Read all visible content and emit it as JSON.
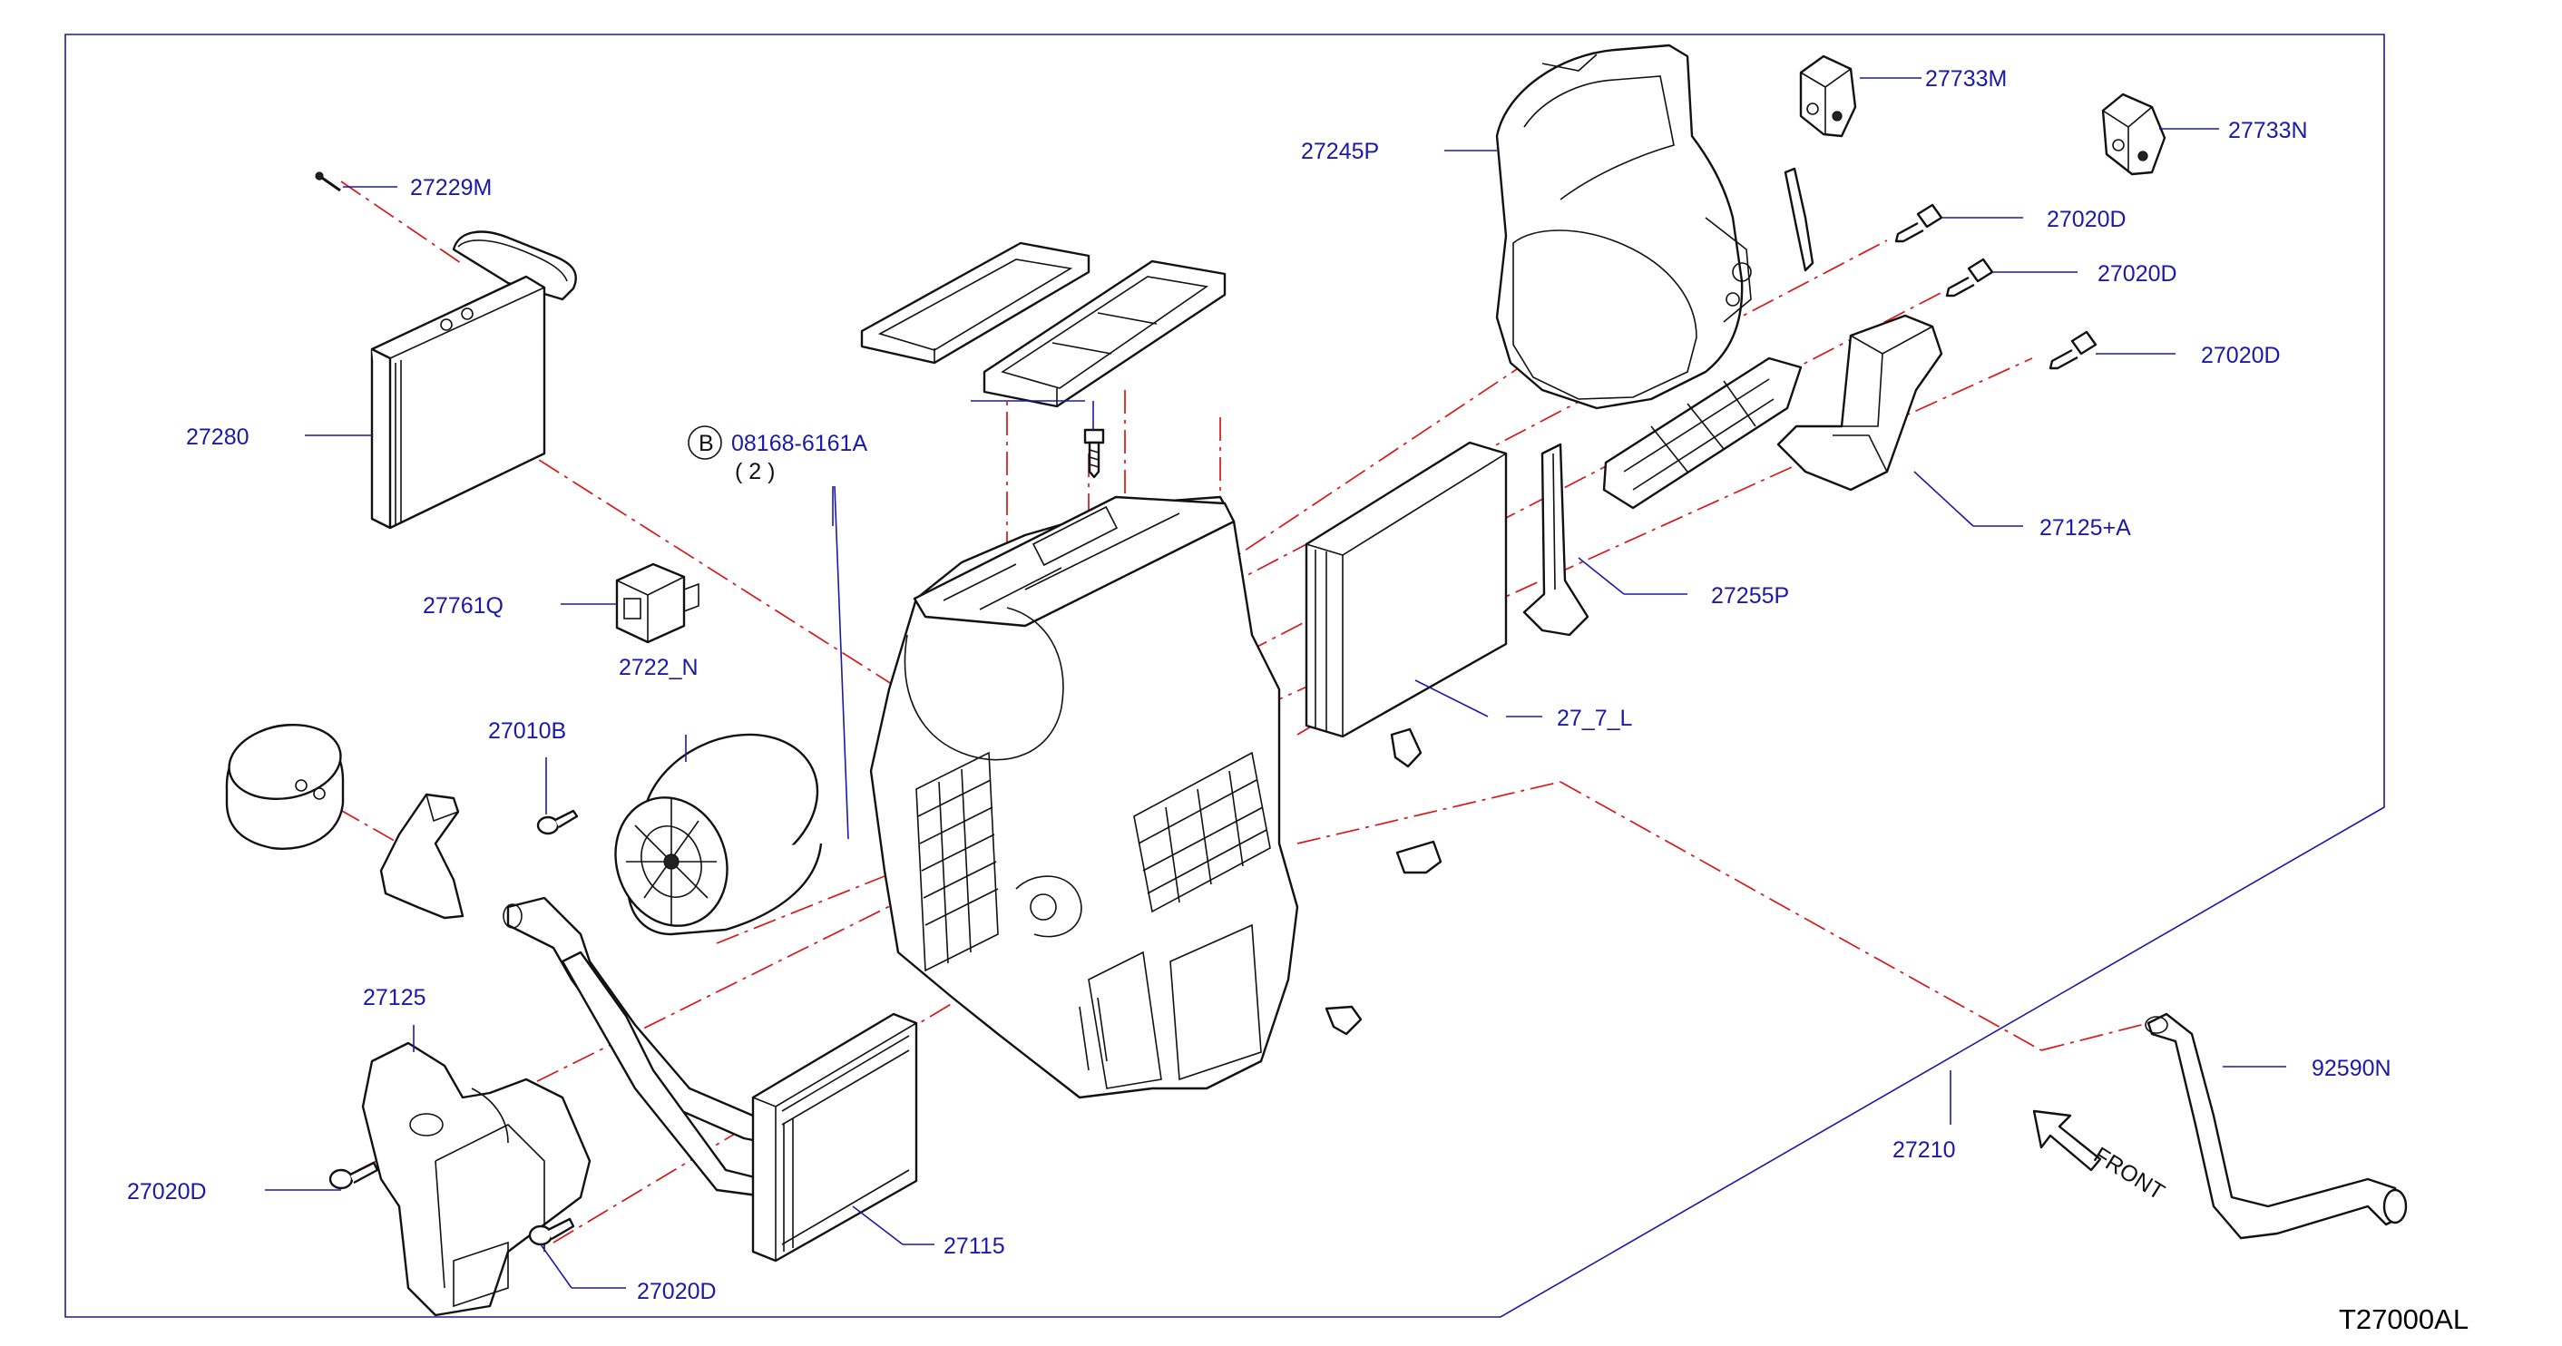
{
  "diagram": {
    "drawing_code": "T27000AL",
    "front_label": "FRONT",
    "bolt_symbol": "B",
    "bolt_qty": "( 2 )",
    "colors": {
      "label": "#1a1aa6",
      "dashed_lines": "#d81818",
      "frame": "#1a1aa6",
      "part_outline": "#111111"
    },
    "parts": [
      {
        "id": "27229M",
        "label": "27229M",
        "icon": "valve-pin"
      },
      {
        "id": "27280",
        "label": "27280",
        "icon": "evaporator"
      },
      {
        "id": "08168-6161A",
        "label": "08168-6161A",
        "icon": "bolt"
      },
      {
        "id": "27761Q",
        "label": "27761Q",
        "icon": "resistor"
      },
      {
        "id": "27226N",
        "label": "2722_N",
        "icon": "motor"
      },
      {
        "id": "27010B",
        "label": "27010B",
        "icon": "screw"
      },
      {
        "id": "27125",
        "label": "27125",
        "icon": "duct-cover"
      },
      {
        "id": "27020D-left-a",
        "label": "27020D",
        "icon": "screw"
      },
      {
        "id": "27020D-left-b",
        "label": "27020D",
        "icon": "screw"
      },
      {
        "id": "27115",
        "label": "27115",
        "icon": "heater-core"
      },
      {
        "id": "27245P",
        "label": "27245P",
        "icon": "intake-duct"
      },
      {
        "id": "27733M",
        "label": "27733M",
        "icon": "actuator"
      },
      {
        "id": "27733N",
        "label": "27733N",
        "icon": "actuator"
      },
      {
        "id": "27020D-right-a",
        "label": "27020D",
        "icon": "screw"
      },
      {
        "id": "27020D-right-b",
        "label": "27020D",
        "icon": "screw"
      },
      {
        "id": "27020D-right-c",
        "label": "27020D",
        "icon": "screw"
      },
      {
        "id": "27125A",
        "label": "27125+A",
        "icon": "duct-cover"
      },
      {
        "id": "27255P",
        "label": "27255P",
        "icon": "seal"
      },
      {
        "id": "27274L",
        "label": "27_7_L",
        "icon": "filter"
      },
      {
        "id": "27210",
        "label": "27210",
        "icon": "heater-unit"
      },
      {
        "id": "92590N",
        "label": "92590N",
        "icon": "drain-hose"
      }
    ]
  }
}
